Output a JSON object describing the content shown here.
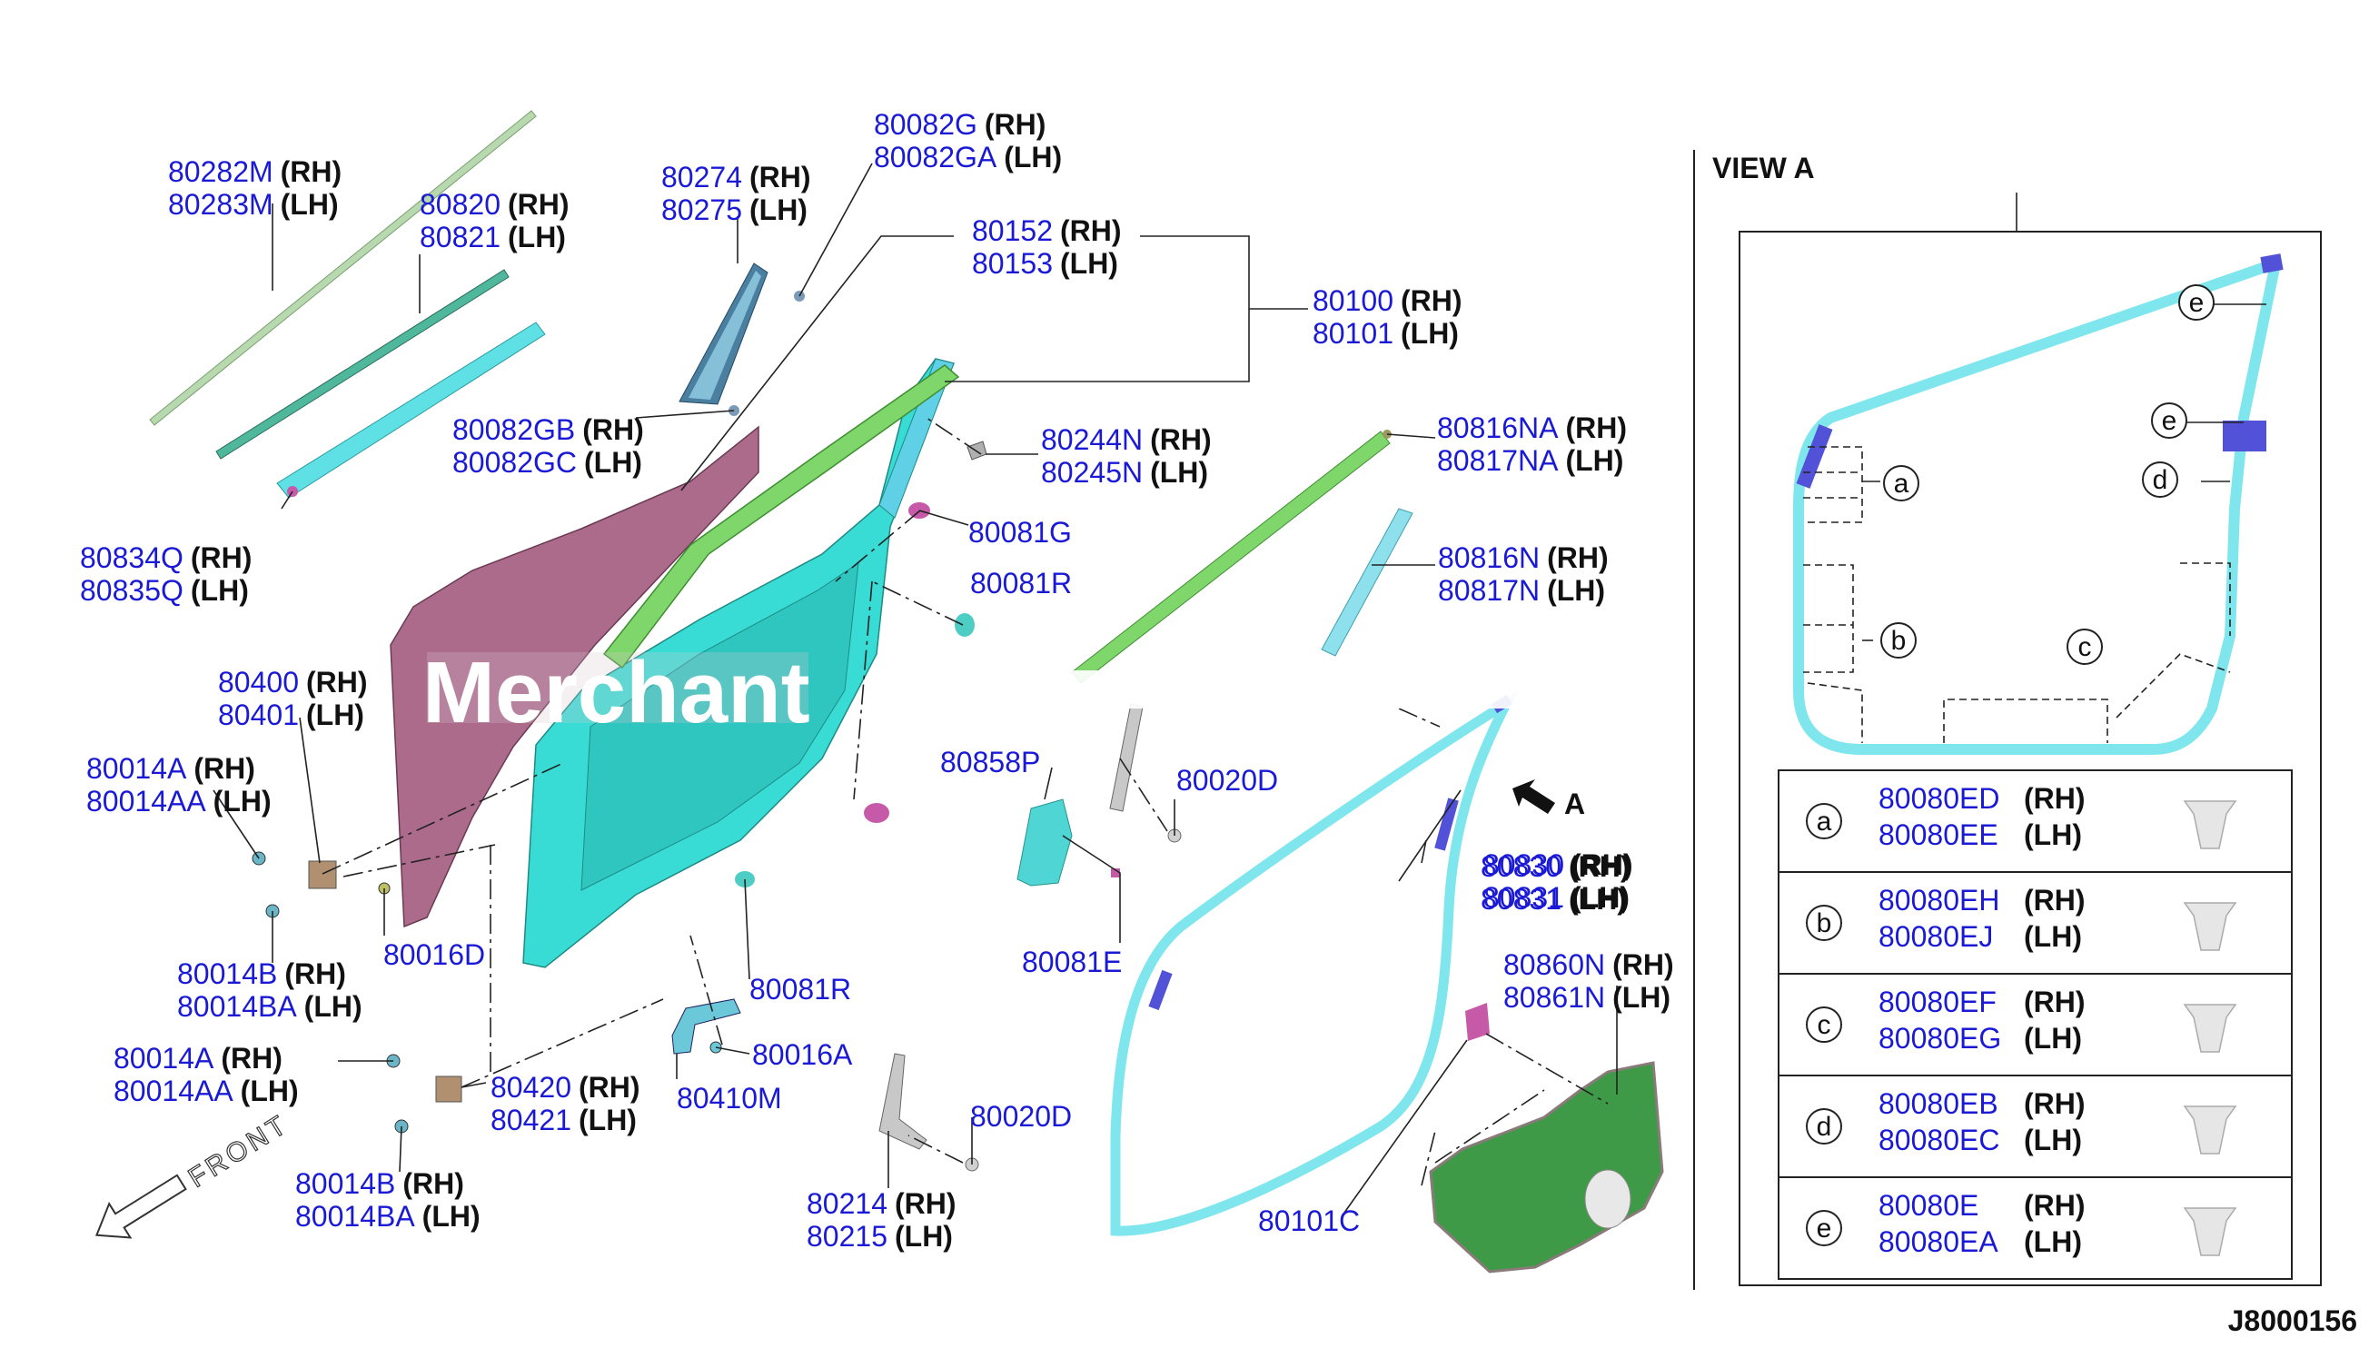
{
  "colors": {
    "part_number": "#1a1ad6",
    "door_panel": "#ad6b8c",
    "door_inner": "#38dcd4",
    "green_part": "#7fd66b",
    "seal_cyan": "#7ee6ec",
    "seal_blue": "#5252d8",
    "liner_green": "#3e9a47",
    "clip_pink": "#c65aa8"
  },
  "watermark": "Merchant",
  "view_title": "VIEW A",
  "arrow_label": "A",
  "front_label": "FRONT",
  "diagram_code": "J8000156",
  "labels": [
    {
      "lines": [
        {
          "pn": "80282M",
          "side": "(RH)"
        },
        {
          "pn": "80283M",
          "side": "(LH)"
        }
      ]
    },
    {
      "lines": [
        {
          "pn": "80820",
          "side": "(RH)"
        },
        {
          "pn": "80821",
          "side": "(LH)"
        }
      ]
    },
    {
      "lines": [
        {
          "pn": "80834Q",
          "side": "(RH)"
        },
        {
          "pn": "80835Q",
          "side": "(LH)"
        }
      ]
    },
    {
      "lines": [
        {
          "pn": "80274",
          "side": "(RH)"
        },
        {
          "pn": "80275",
          "side": "(LH)"
        }
      ]
    },
    {
      "lines": [
        {
          "pn": "80082G",
          "side": "(RH)"
        },
        {
          "pn": "80082GA",
          "side": "(LH)"
        }
      ]
    },
    {
      "lines": [
        {
          "pn": "80152",
          "side": "(RH)"
        },
        {
          "pn": "80153",
          "side": "(LH)"
        }
      ]
    },
    {
      "lines": [
        {
          "pn": "80100",
          "side": "(RH)"
        },
        {
          "pn": "80101",
          "side": "(LH)"
        }
      ]
    },
    {
      "lines": [
        {
          "pn": "80082GB",
          "side": "(RH)"
        },
        {
          "pn": "80082GC",
          "side": "(LH)"
        }
      ]
    },
    {
      "lines": [
        {
          "pn": "80244N",
          "side": "(RH)"
        },
        {
          "pn": "80245N",
          "side": "(LH)"
        }
      ]
    },
    {
      "lines": [
        {
          "pn": "80816NA",
          "side": "(RH)"
        },
        {
          "pn": "80817NA",
          "side": "(LH)"
        }
      ]
    },
    {
      "lines": [
        {
          "pn": "80081G",
          "side": ""
        }
      ]
    },
    {
      "lines": [
        {
          "pn": "80081R",
          "side": ""
        }
      ]
    },
    {
      "lines": [
        {
          "pn": "80816N",
          "side": "(RH)"
        },
        {
          "pn": "80817N",
          "side": "(LH)"
        }
      ]
    },
    {
      "lines": [
        {
          "pn": "80400",
          "side": "(RH)"
        },
        {
          "pn": "80401",
          "side": "(LH)"
        }
      ]
    },
    {
      "lines": [
        {
          "pn": "80014A",
          "side": "(RH)"
        },
        {
          "pn": "80014AA",
          "side": "(LH)"
        }
      ]
    },
    {
      "lines": [
        {
          "pn": "80858P",
          "side": ""
        }
      ]
    },
    {
      "lines": [
        {
          "pn": "80020D",
          "side": ""
        }
      ]
    },
    {
      "lines": [
        {
          "pn": "80014B",
          "side": "(RH)"
        },
        {
          "pn": "80014BA",
          "side": "(LH)"
        }
      ]
    },
    {
      "lines": [
        {
          "pn": "80016D",
          "side": ""
        }
      ]
    },
    {
      "lines": [
        {
          "pn": "80081R",
          "side": ""
        }
      ]
    },
    {
      "lines": [
        {
          "pn": "80081E",
          "side": ""
        }
      ]
    },
    {
      "lines": [
        {
          "pn": "80830",
          "side": "(RH)"
        },
        {
          "pn": "80831",
          "side": "(LH)"
        }
      ]
    },
    {
      "lines": [
        {
          "pn": "80014A",
          "side": "(RH)"
        },
        {
          "pn": "80014AA",
          "side": "(LH)"
        }
      ]
    },
    {
      "lines": [
        {
          "pn": "80420",
          "side": "(RH)"
        },
        {
          "pn": "80421",
          "side": "(LH)"
        }
      ]
    },
    {
      "lines": [
        {
          "pn": "80016A",
          "side": ""
        }
      ]
    },
    {
      "lines": [
        {
          "pn": "80410M",
          "side": ""
        }
      ]
    },
    {
      "lines": [
        {
          "pn": "80860N",
          "side": "(RH)"
        },
        {
          "pn": "80861N",
          "side": "(LH)"
        }
      ]
    },
    {
      "lines": [
        {
          "pn": "80014B",
          "side": "(RH)"
        },
        {
          "pn": "80014BA",
          "side": "(LH)"
        }
      ]
    },
    {
      "lines": [
        {
          "pn": "80020D",
          "side": ""
        }
      ]
    },
    {
      "lines": [
        {
          "pn": "80214",
          "side": "(RH)"
        },
        {
          "pn": "80215",
          "side": "(LH)"
        }
      ]
    },
    {
      "lines": [
        {
          "pn": "80101C",
          "side": ""
        }
      ]
    },
    {
      "lines": [
        {
          "pn": "80830",
          "side": "(RH)"
        },
        {
          "pn": "80831",
          "side": "(LH)"
        }
      ]
    }
  ],
  "view_markers": [
    "e",
    "e",
    "a",
    "d",
    "b",
    "c"
  ],
  "legend": [
    {
      "letter": "a",
      "rh": "80080ED",
      "lh": "80080EE"
    },
    {
      "letter": "b",
      "rh": "80080EH",
      "lh": "80080EJ"
    },
    {
      "letter": "c",
      "rh": "80080EF",
      "lh": "80080EG"
    },
    {
      "letter": "d",
      "rh": "80080EB",
      "lh": "80080EC"
    },
    {
      "letter": "e",
      "rh": "80080E",
      "lh": "80080EA"
    }
  ],
  "side_rh": "(RH)",
  "side_lh": "(LH)"
}
